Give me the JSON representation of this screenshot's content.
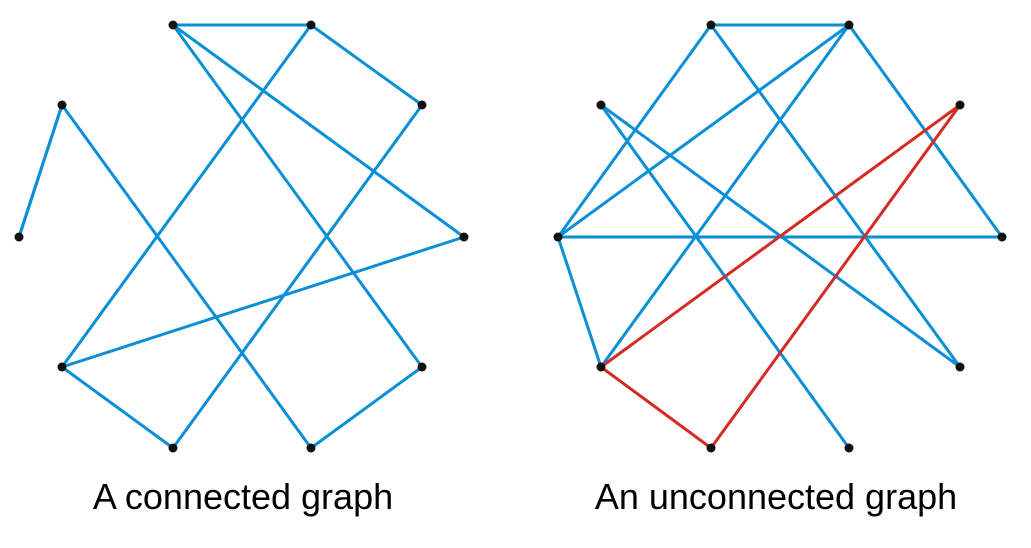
{
  "colors": {
    "edge": "#0a8fd6",
    "highlight": "#d62a24",
    "vertex": "#111111",
    "background": "#ffffff"
  },
  "graphs": [
    {
      "id": "connected",
      "caption": "A connected graph",
      "edges": [
        [
          0,
          1
        ],
        [
          1,
          3
        ],
        [
          2,
          4
        ],
        [
          0,
          7
        ],
        [
          0,
          5
        ],
        [
          1,
          6
        ],
        [
          5,
          6
        ],
        [
          6,
          8
        ],
        [
          3,
          8
        ],
        [
          2,
          9
        ],
        [
          9,
          7
        ],
        [
          2,
          4
        ]
      ],
      "highlight_edges": []
    },
    {
      "id": "unconnected",
      "caption": "An unconnected graph",
      "edges": [
        [
          0,
          1
        ],
        [
          0,
          4
        ],
        [
          1,
          4
        ],
        [
          0,
          7
        ],
        [
          1,
          6
        ],
        [
          1,
          5
        ],
        [
          2,
          9
        ],
        [
          2,
          7
        ],
        [
          5,
          4
        ],
        [
          6,
          4
        ]
      ],
      "highlight_edges": [
        [
          3,
          8
        ],
        [
          8,
          6
        ],
        [
          6,
          3
        ]
      ]
    }
  ]
}
